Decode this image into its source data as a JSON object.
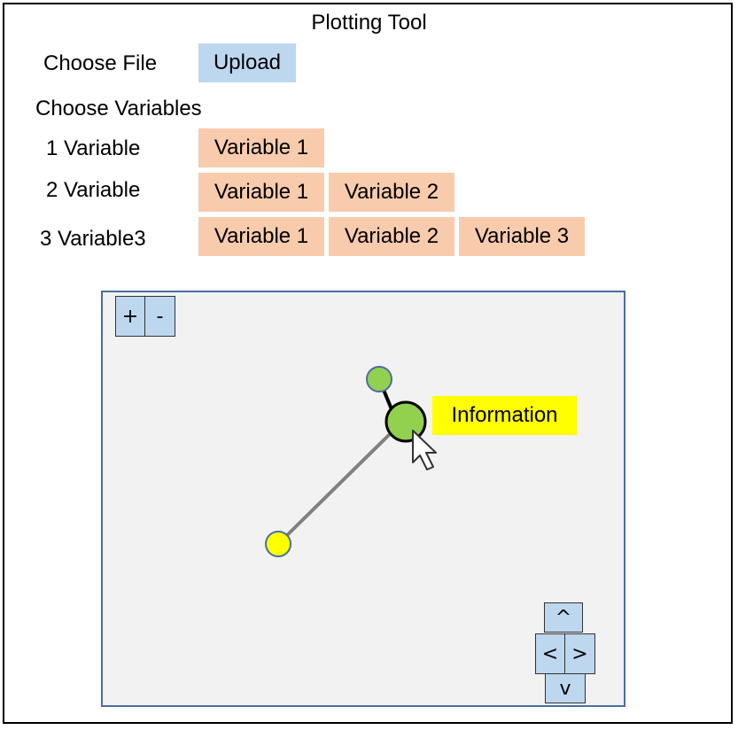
{
  "app": {
    "title": "Plotting Tool"
  },
  "file": {
    "label": "Choose File",
    "upload_label": "Upload"
  },
  "variables": {
    "heading": "Choose Variables",
    "rows": [
      {
        "label": "1 Variable",
        "buttons": [
          "Variable 1"
        ]
      },
      {
        "label": "2 Variable",
        "buttons": [
          "Variable 1",
          "Variable 2"
        ]
      },
      {
        "label": "3 Variable3",
        "buttons": [
          "Variable 1",
          "Variable 2",
          "Variable 3"
        ]
      }
    ]
  },
  "zoom": {
    "in_label": "+",
    "out_label": "-"
  },
  "pan": {
    "up": "^",
    "left": "<",
    "right": ">",
    "down": "v"
  },
  "plot": {
    "info_label": "Information",
    "colors": {
      "node_green": "#92d050",
      "node_yellow": "#ffff00",
      "edge_gray": "#808080",
      "info_bg": "#ffff00"
    }
  },
  "colors": {
    "upload_bg": "#bdd7ee",
    "variable_bg": "#f8cbad",
    "canvas_bg": "#f2f2f2",
    "canvas_border": "#4a6da0"
  }
}
